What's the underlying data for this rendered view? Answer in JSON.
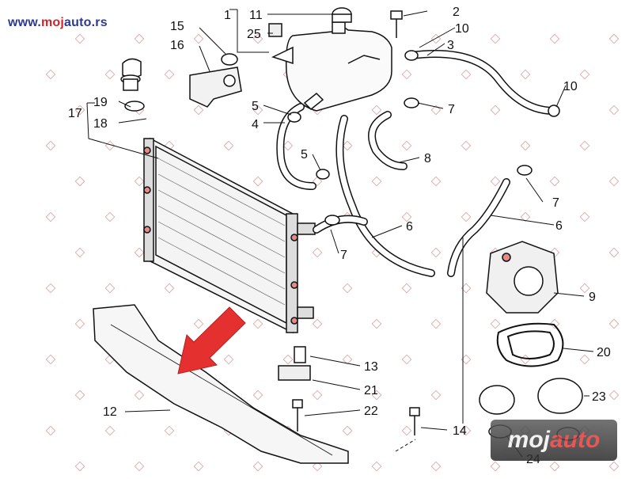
{
  "site": {
    "prefix": "www.",
    "accent": "moj",
    "suffix": "auto.rs"
  },
  "badge": {
    "main": "moj",
    "accent": "auto"
  },
  "colors": {
    "pointer_arrow": "#e53030",
    "watermark": "#d9a0a0",
    "line": "#111111"
  },
  "callouts": [
    "1",
    "11",
    "25",
    "2",
    "10",
    "3",
    "10",
    "15",
    "16",
    "17",
    "19",
    "18",
    "5",
    "4",
    "5",
    "7",
    "8",
    "7",
    "6",
    "6",
    "7",
    "9",
    "20",
    "13",
    "21",
    "22",
    "12",
    "14",
    "23",
    "24"
  ],
  "icons": [
    "radiator-icon",
    "expansion-tank-icon",
    "hose-icon",
    "clamp-icon",
    "cap-icon",
    "bolt-icon",
    "bracket-icon",
    "thermostat-housing-icon",
    "gasket-icon",
    "crossmember-icon",
    "arrow-icon"
  ]
}
